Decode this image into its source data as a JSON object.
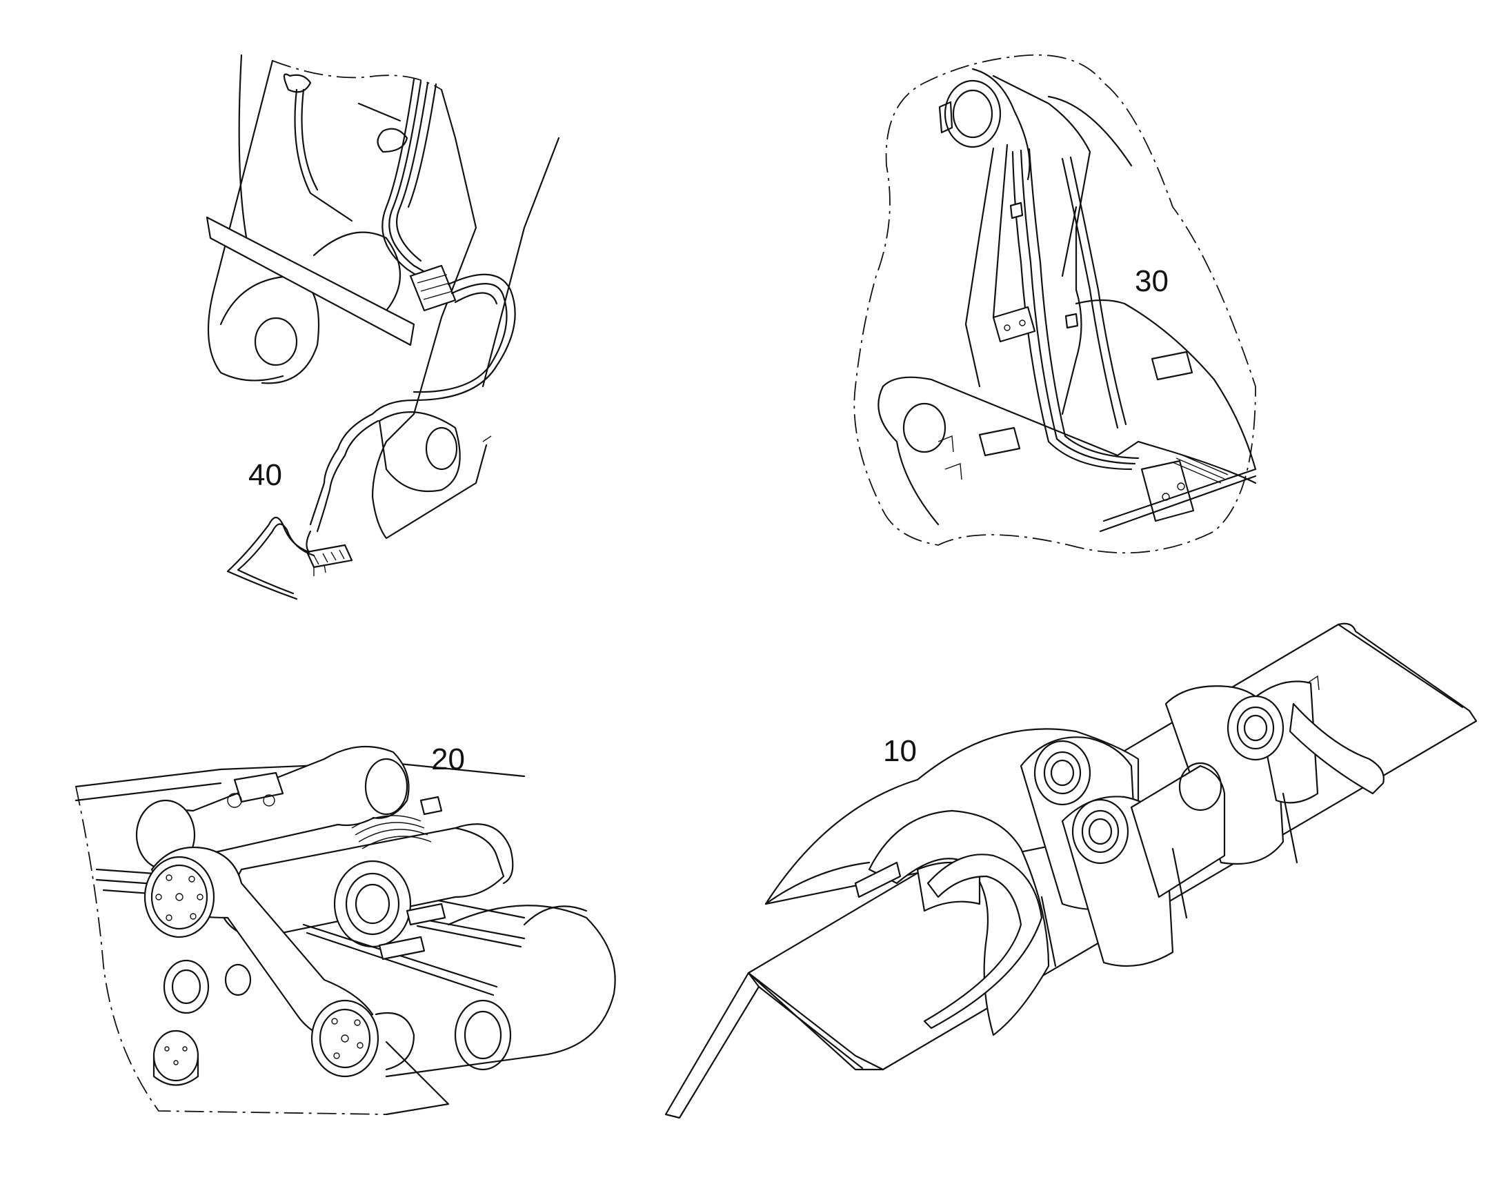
{
  "figure": {
    "views": [
      {
        "id": "view-40",
        "label": "40"
      },
      {
        "id": "view-30",
        "label": "30"
      },
      {
        "id": "view-20",
        "label": "20"
      },
      {
        "id": "view-10",
        "label": "10"
      }
    ]
  }
}
